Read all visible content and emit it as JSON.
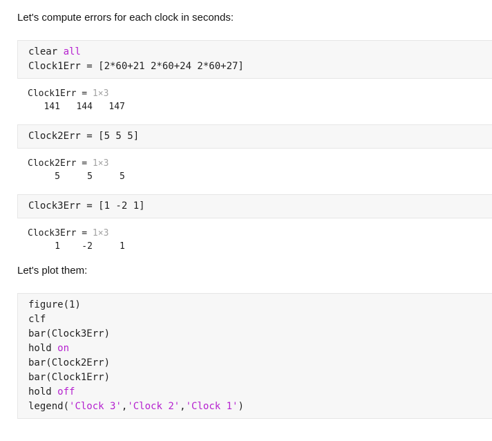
{
  "colors": {
    "page_bg": "#ffffff",
    "code_bg": "#f7f7f7",
    "code_border": "#e6e6e6",
    "code_text": "#1f1f1f",
    "prose_text": "#141414",
    "accent": "#b521cf",
    "dim": "#a3a3a3"
  },
  "prose": {
    "intro": "Let's compute errors for each clock in seconds:",
    "plot": "Let's plot them:"
  },
  "code_blocks": {
    "block1": {
      "line1": {
        "t1": "clear ",
        "t2": "all"
      },
      "line2": "Clock1Err = [2*60+21 2*60+24 2*60+27]"
    },
    "block2": {
      "line1": "Clock2Err = [5 5 5]"
    },
    "block3": {
      "line1": "Clock3Err = [1 -2 1]"
    },
    "block4": {
      "line1": "figure(1)",
      "line2": "clf",
      "line3": "bar(Clock3Err)",
      "line4": {
        "t1": "hold ",
        "t2": "on"
      },
      "line5": "bar(Clock2Err)",
      "line6": "bar(Clock1Err)",
      "line7": {
        "t1": "hold ",
        "t2": "off"
      },
      "line8": {
        "t1": "legend(",
        "t2": "'Clock 3'",
        "t3": ",",
        "t4": "'Clock 2'",
        "t5": ",",
        "t6": "'Clock 1'",
        "t7": ")"
      }
    }
  },
  "outputs": {
    "out1": {
      "label": "Clock1Err = ",
      "dims": "1×3",
      "values": "   141   144   147"
    },
    "out2": {
      "label": "Clock2Err = ",
      "dims": "1×3",
      "values": "     5     5     5"
    },
    "out3": {
      "label": "Clock3Err = ",
      "dims": "1×3",
      "values": "     1    -2     1"
    }
  }
}
